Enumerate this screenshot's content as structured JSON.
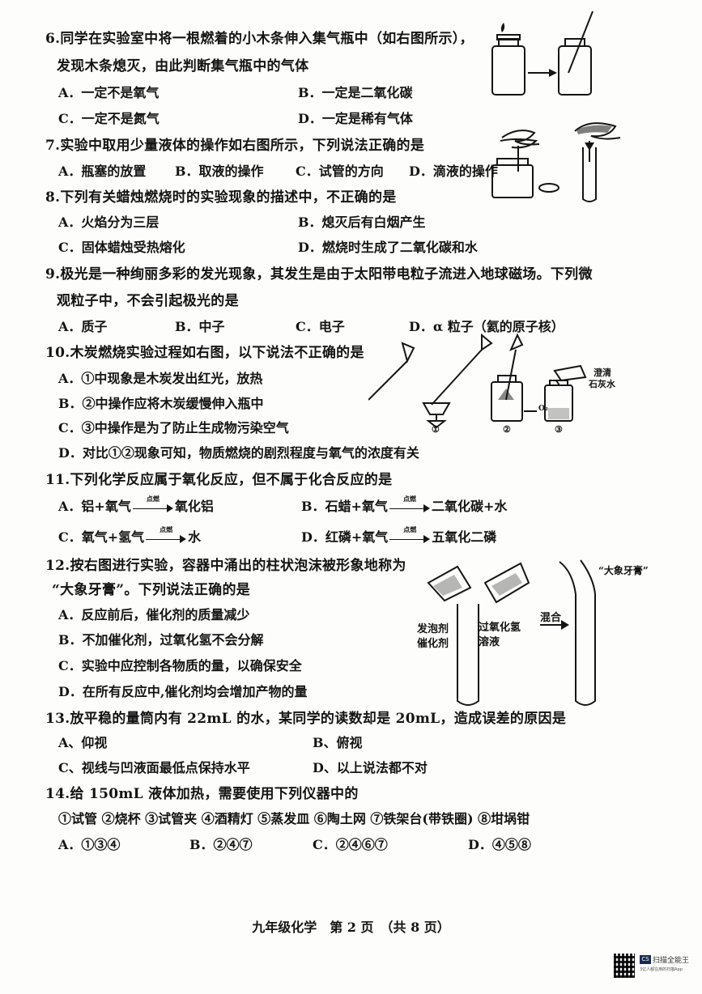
{
  "q6": {
    "line1": "6.同学在实验室中将一根燃着的小木条伸入集气瓶中（如右图所示），",
    "line2": "发现木条熄灭，由此判断集气瓶中的气体",
    "A": "A．一定不是氧气",
    "B": "B．一定是二氧化碳",
    "C": "C．一定不是氮气",
    "D": "D．一定是稀有气体"
  },
  "q7": {
    "line1": "7.实验中取用少量液体的操作如右图所示，下列说法正确的是",
    "A": "A．瓶塞的放置",
    "B": "B．取液的操作",
    "C": "C．试管的方向",
    "D": "D．滴液的操作"
  },
  "q8": {
    "line1": "8.下列有关蜡烛燃烧时的实验现象的描述中，不正确的是",
    "A": "A．火焰分为三层",
    "B": "B．熄灭后有白烟产生",
    "C": "C．固体蜡烛受热熔化",
    "D": "D．燃烧时生成了二氧化碳和水"
  },
  "q9": {
    "line1": "9.极光是一种绚丽多彩的发光现象，其发生是由于太阳带电粒子流进入地球磁场。下列微",
    "line2": "观粒子中，不会引起极光的是",
    "A": "A．质子",
    "B": "B．中子",
    "C": "C．电子",
    "D": "D．α 粒子（氦的原子核）"
  },
  "q10": {
    "line1": "10.木炭燃烧实验过程如右图，以下说法不正确的是",
    "A": "A．①中现象是木炭发出红光，放热",
    "B": "B．②中操作应将木炭缓慢伸入瓶中",
    "C": "C．③中操作是为了防止生成物污染空气",
    "D": "D．对比①②现象可知，物质燃烧的剧烈程度与氧气的浓度有关",
    "fig_limewater_line1": "澄清",
    "fig_limewater_line2": "石灰水",
    "fig_o2": "O₂",
    "fig_n1": "①",
    "fig_n2": "②",
    "fig_n3": "③"
  },
  "q11": {
    "line1": "11.下列化学反应属于氧化反应，但不属于化合反应的是",
    "condition": "点燃",
    "A_left": "A．铝+氧气",
    "A_right": "氧化铝",
    "B_left": "B．石蜡+氧气",
    "B_right": "二氧化碳+水",
    "C_left": "C．氧气+氢气",
    "C_right": "水",
    "D_left": "D．红磷+氧气",
    "D_right": "五氧化二磷"
  },
  "q12": {
    "line1": "12.按右图进行实验，容器中涌出的柱状泡沫被形象地称为",
    "line2": "“大象牙膏”。下列说法正确的是",
    "A": "A．反应前后，催化剂的质量减少",
    "B": "B．不加催化剂，过氧化氢不会分解",
    "C": "C．实验中应控制各物质的量，以确保安全",
    "D": "D．在所有反应中,催化剂均会增加产物的量",
    "fig_left1": "发泡剂",
    "fig_left2": "催化剂",
    "fig_right1": "过氧化氢",
    "fig_right2": "溶液",
    "fig_mix": "混合",
    "fig_toothpaste": "“大象牙膏”"
  },
  "q13": {
    "line1": "13.放平稳的量筒内有 22mL 的水，某同学的读数却是 20mL，造成误差的原因是",
    "A": "A、仰视",
    "B": "B、俯视",
    "C": "C、视线与凹液面最低点保持水平",
    "D": "D、以上说法都不对"
  },
  "q14": {
    "line1": "14.给 150mL 液体加热，需要使用下列仪器中的",
    "line2": "①试管 ②烧杯 ③试管夹 ④酒精灯 ⑤蒸发皿 ⑥陶土网 ⑦铁架台(带铁圈) ⑧坩埚钳",
    "A": "A．①③④",
    "B": "B．②④⑦",
    "C": "C．②④⑥⑦",
    "D": "D．④⑤⑧"
  },
  "footer": "九年级化学　第 2 页　（共 8 页）",
  "watermark": {
    "badge": "CS",
    "name": "扫描全能王",
    "sub": "3亿人都在用的扫描App"
  }
}
